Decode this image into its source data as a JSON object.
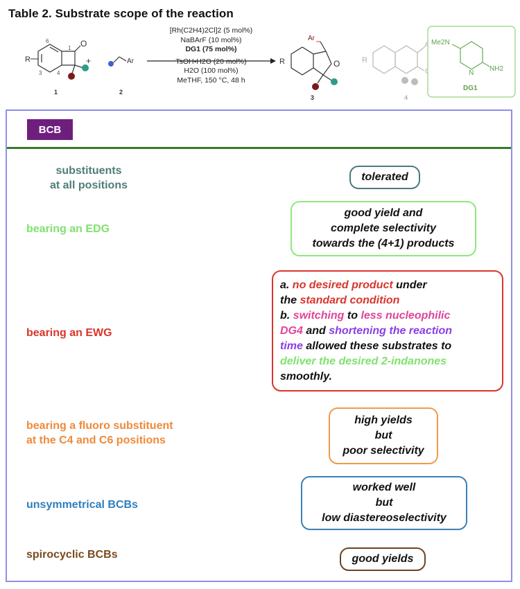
{
  "title": "Table 2. Substrate scope of the reaction",
  "scheme": {
    "conditions": [
      "[Rh(C2H4)2Cl]2 (5 mol%)",
      "NaBArF (10 mol%)",
      "DG1 (75 mol%)",
      "TsOH•H2O (20 mol%)",
      "H2O (100 mol%)",
      "MeTHF, 150 °C, 48 h"
    ],
    "compound_numbers": [
      "1",
      "2",
      "3",
      "4"
    ],
    "plus": "+",
    "r_label": "R",
    "ar_label": "Ar",
    "o_label": "O",
    "ring_positions": [
      "6",
      "1",
      "3",
      "4"
    ],
    "dg1": {
      "label": "DG1",
      "nme2": "Me2N",
      "nh2": "NH2",
      "n": "N"
    },
    "colors": {
      "teal": "#2e9c8a",
      "darkred": "#7a1a1a",
      "blue": "#3a63c9",
      "dg1_green": "#7dbf6a",
      "gray": "#bcbcbc"
    }
  },
  "bcb_tag": "BCB",
  "rows": [
    {
      "label": [
        "substituents",
        "at all positions"
      ],
      "label_color": "#4f7d78",
      "box_lines": [
        [
          {
            "t": "tolerated",
            "c": "#111"
          }
        ]
      ],
      "box_color": "#4a7a80"
    },
    {
      "label": [
        "bearing an EDG"
      ],
      "label_color": "#7fe26d",
      "box_lines": [
        [
          {
            "t": "good yield and",
            "c": "#111"
          }
        ],
        [
          {
            "t": "complete selectivity",
            "c": "#111"
          }
        ],
        [
          {
            "t": "towards the (4+1) products",
            "c": "#111"
          }
        ]
      ],
      "box_color": "#8ee87a"
    },
    {
      "label": [
        "bearing an EWG"
      ],
      "label_color": "#d9352b",
      "box_lines": [
        [
          {
            "t": "a. ",
            "c": "#111"
          },
          {
            "t": "no desired product",
            "c": "#d9352b"
          },
          {
            "t": " under",
            "c": "#111"
          }
        ],
        [
          {
            "t": "the ",
            "c": "#111"
          },
          {
            "t": "standard condition",
            "c": "#d9352b"
          }
        ],
        [
          {
            "t": "b. ",
            "c": "#111"
          },
          {
            "t": "switching",
            "c": "#e0449a"
          },
          {
            "t": " to ",
            "c": "#111"
          },
          {
            "t": "less nucleophilic",
            "c": "#e0449a"
          }
        ],
        [
          {
            "t": "DG4",
            "c": "#e0449a"
          },
          {
            "t": " and ",
            "c": "#111"
          },
          {
            "t": "shortening the reaction",
            "c": "#8a3ee6"
          }
        ],
        [
          {
            "t": "time",
            "c": "#8a3ee6"
          },
          {
            "t": " allowed these substrates to",
            "c": "#111"
          }
        ],
        [
          {
            "t": "deliver the desired 2-indanones",
            "c": "#7fe26d"
          }
        ],
        [
          {
            "t": "smoothly.",
            "c": "#111"
          }
        ]
      ],
      "box_color": "#d9352b"
    },
    {
      "label": [
        "bearing a fluoro substituent",
        "at the C4 and C6 positions"
      ],
      "label_color": "#ef8a3a",
      "box_lines": [
        [
          {
            "t": "high yields",
            "c": "#111"
          }
        ],
        [
          {
            "t": "but",
            "c": "#111"
          }
        ],
        [
          {
            "t": "poor selectivity",
            "c": "#111"
          }
        ]
      ],
      "box_color": "#ef9a4a"
    },
    {
      "label": [
        "unsymmetrical BCBs"
      ],
      "label_color": "#2e7fbd",
      "box_lines": [
        [
          {
            "t": "worked well",
            "c": "#111"
          }
        ],
        [
          {
            "t": "but",
            "c": "#111"
          }
        ],
        [
          {
            "t": "low diastereoselectivity",
            "c": "#111"
          }
        ]
      ],
      "box_color": "#3a80b8"
    },
    {
      "label": [
        "spirocyclic BCBs"
      ],
      "label_color": "#7a4a1e",
      "box_lines": [
        [
          {
            "t": "good yields",
            "c": "#111"
          }
        ]
      ],
      "box_color": "#6b4423"
    }
  ]
}
